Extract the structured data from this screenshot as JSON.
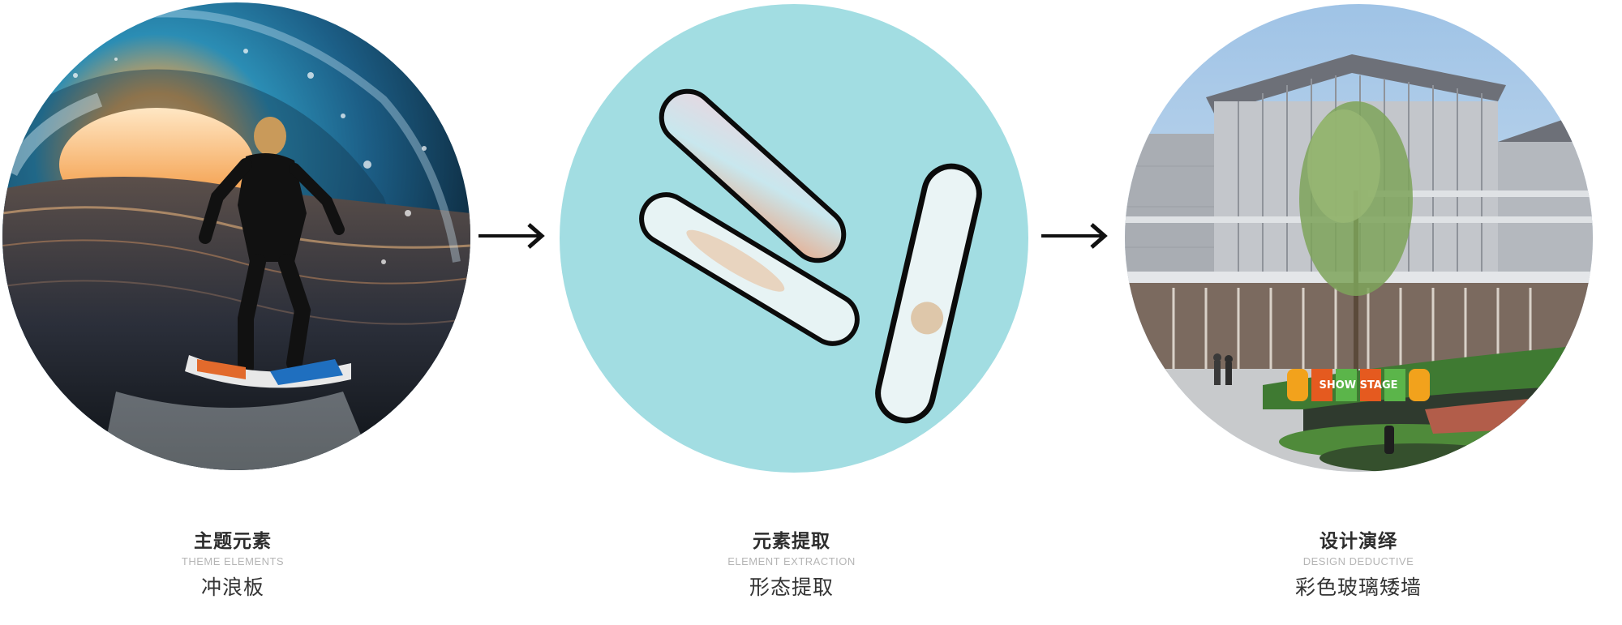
{
  "steps": [
    {
      "title": "主题元素",
      "subtitle_en": "THEME ELEMENTS",
      "caption": "冲浪板",
      "image": "surfer-in-wave-photo"
    },
    {
      "title": "元素提取",
      "subtitle_en": "ELEMENT EXTRACTION",
      "caption": "形态提取",
      "image": "surfboard-outlines-photo"
    },
    {
      "title": "设计演绎",
      "subtitle_en": "DESIGN DEDUCTIVE",
      "caption": "彩色玻璃矮墙",
      "image": "building-rendering-photo",
      "sign_text": "SHOW STAGE"
    }
  ],
  "arrows": [
    "arrow-right-icon",
    "arrow-right-icon"
  ],
  "colors": {
    "wave_blue": "#2a7fa8",
    "sunset": "#f29a3a",
    "water_cyan": "#9fdce2",
    "sky": "#bcd6ec",
    "building_gray": "#b9bcc1",
    "grass": "#4f8a3a",
    "arrow": "#111111"
  }
}
